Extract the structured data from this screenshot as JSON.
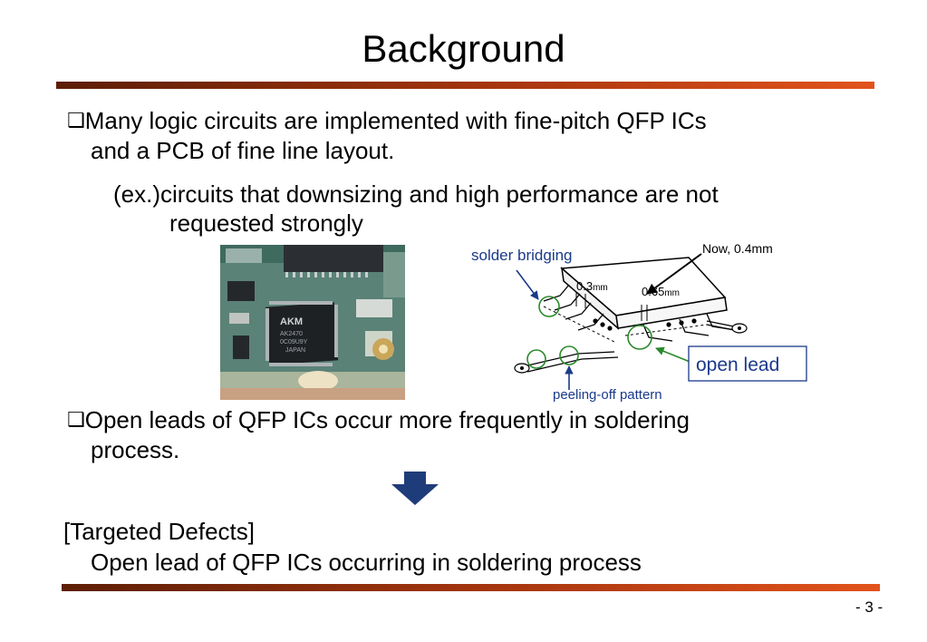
{
  "slide": {
    "title": "Background",
    "bullet1": {
      "line1": "Many logic circuits are implemented with fine-pitch QFP ICs",
      "line2": "and a PCB of fine line layout.",
      "ex_line1": "(ex.)circuits that downsizing and high performance are not",
      "ex_line2": "requested strongly"
    },
    "bullet2": {
      "line1": "Open leads of QFP ICs occur more frequently in soldering",
      "line2": "process."
    },
    "targeted": {
      "line1": "[Targeted Defects]",
      "line2": "Open lead of QFP ICs occurring in soldering process"
    },
    "page_number": "- 3 -"
  },
  "photo": {
    "chip_label": "AKM",
    "chip_sub1": "AK2470",
    "chip_sub2": "0C09U9Y",
    "chip_sub3": "JAPAN"
  },
  "diagram": {
    "solder_bridging": "solder bridging",
    "now_pitch": "Now, 0.4mm",
    "pitch_03": "0.3",
    "pitch_065": "0.65",
    "unit_mm": "mm",
    "open_lead": "open lead",
    "peeling_off": "peeling-off pattern"
  },
  "colors": {
    "accent_bar_dark": "#5c1e06",
    "accent_bar_light": "#e2531c",
    "arrow_blue": "#1f3c7a",
    "annotation_blue": "#1a3a8a",
    "highlight_green": "#2a8a2a"
  },
  "icons": {
    "bullet": "checkbox-square-icon",
    "arrow": "down-arrow-icon"
  }
}
